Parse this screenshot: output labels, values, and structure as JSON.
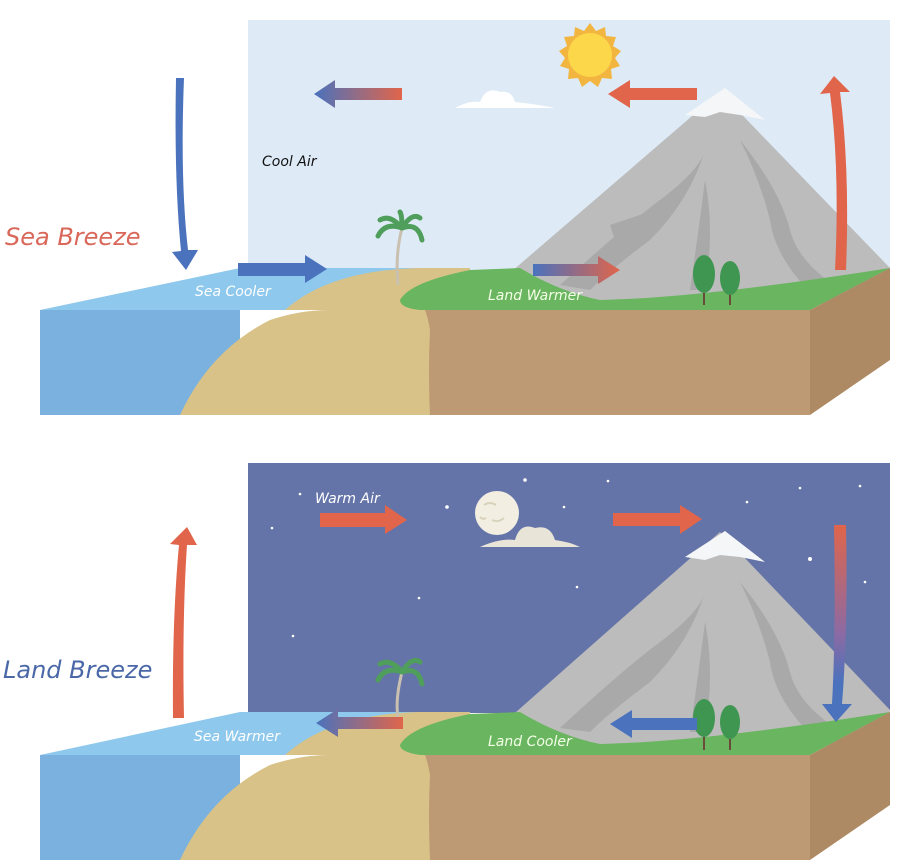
{
  "panels": {
    "sea_breeze": {
      "title": "Sea Breeze",
      "air_label": "Cool Air",
      "sea_label": "Sea Cooler",
      "land_label": "Land Warmer",
      "celestial": "sun-icon"
    },
    "land_breeze": {
      "title": "Land Breeze",
      "air_label": "Warm Air",
      "sea_label": "Sea Warmer",
      "land_label": "Land Cooler",
      "celestial": "moon-icon"
    }
  },
  "colors": {
    "warm": "#e0654b",
    "cool": "#4a72bd",
    "day_sky": "#deebf7",
    "night_sky": "#6574a8",
    "sea_top": "#8ec8ec",
    "sea_side": "#7ab1df",
    "sand": "#d8c287",
    "grass": "#6ab55f",
    "soil": "#bd9a73",
    "soil_side": "#ae8a64",
    "mountain": "#bcbcbc",
    "mountain_shade": "#a7a7a7",
    "snow": "#f4f6f8",
    "sea_breeze_title": "#d9675a",
    "land_breeze_title": "#4a68a8"
  }
}
